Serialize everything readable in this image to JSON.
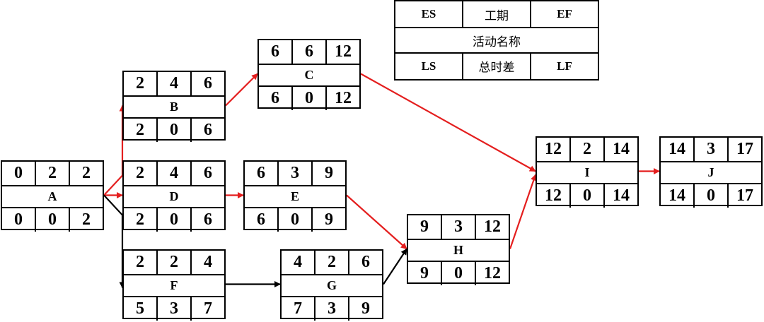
{
  "legend": {
    "top": [
      "ES",
      "工期",
      "EF"
    ],
    "middle": "活动名称",
    "bottom": [
      "LS",
      "总时差",
      "LF"
    ]
  },
  "colors": {
    "critical": "#e41e1e",
    "normal": "#000000"
  },
  "nodes": [
    {
      "id": "A",
      "name": "A",
      "es": "0",
      "dur": "2",
      "ef": "2",
      "ls": "0",
      "tf": "0",
      "lf": "2"
    },
    {
      "id": "B",
      "name": "B",
      "es": "2",
      "dur": "4",
      "ef": "6",
      "ls": "2",
      "tf": "0",
      "lf": "6"
    },
    {
      "id": "C",
      "name": "C",
      "es": "6",
      "dur": "6",
      "ef": "12",
      "ls": "6",
      "tf": "0",
      "lf": "12"
    },
    {
      "id": "D",
      "name": "D",
      "es": "2",
      "dur": "4",
      "ef": "6",
      "ls": "2",
      "tf": "0",
      "lf": "6"
    },
    {
      "id": "E",
      "name": "E",
      "es": "6",
      "dur": "3",
      "ef": "9",
      "ls": "6",
      "tf": "0",
      "lf": "9"
    },
    {
      "id": "F",
      "name": "F",
      "es": "2",
      "dur": "2",
      "ef": "4",
      "ls": "5",
      "tf": "3",
      "lf": "7"
    },
    {
      "id": "G",
      "name": "G",
      "es": "4",
      "dur": "2",
      "ef": "6",
      "ls": "7",
      "tf": "3",
      "lf": "9"
    },
    {
      "id": "H",
      "name": "H",
      "es": "9",
      "dur": "3",
      "ef": "12",
      "ls": "9",
      "tf": "0",
      "lf": "12"
    },
    {
      "id": "I",
      "name": "I",
      "es": "12",
      "dur": "2",
      "ef": "14",
      "ls": "12",
      "tf": "0",
      "lf": "14"
    },
    {
      "id": "J",
      "name": "J",
      "es": "14",
      "dur": "3",
      "ef": "17",
      "ls": "14",
      "tf": "0",
      "lf": "17"
    }
  ],
  "edges": [
    {
      "from": "A",
      "to": "B",
      "critical": true
    },
    {
      "from": "A",
      "to": "D",
      "critical": true
    },
    {
      "from": "A",
      "to": "F",
      "critical": false
    },
    {
      "from": "B",
      "to": "C",
      "critical": true
    },
    {
      "from": "C",
      "to": "I",
      "critical": true
    },
    {
      "from": "D",
      "to": "E",
      "critical": true
    },
    {
      "from": "E",
      "to": "H",
      "critical": true
    },
    {
      "from": "F",
      "to": "G",
      "critical": false
    },
    {
      "from": "G",
      "to": "H",
      "critical": false
    },
    {
      "from": "H",
      "to": "I",
      "critical": true
    },
    {
      "from": "I",
      "to": "J",
      "critical": true
    }
  ]
}
